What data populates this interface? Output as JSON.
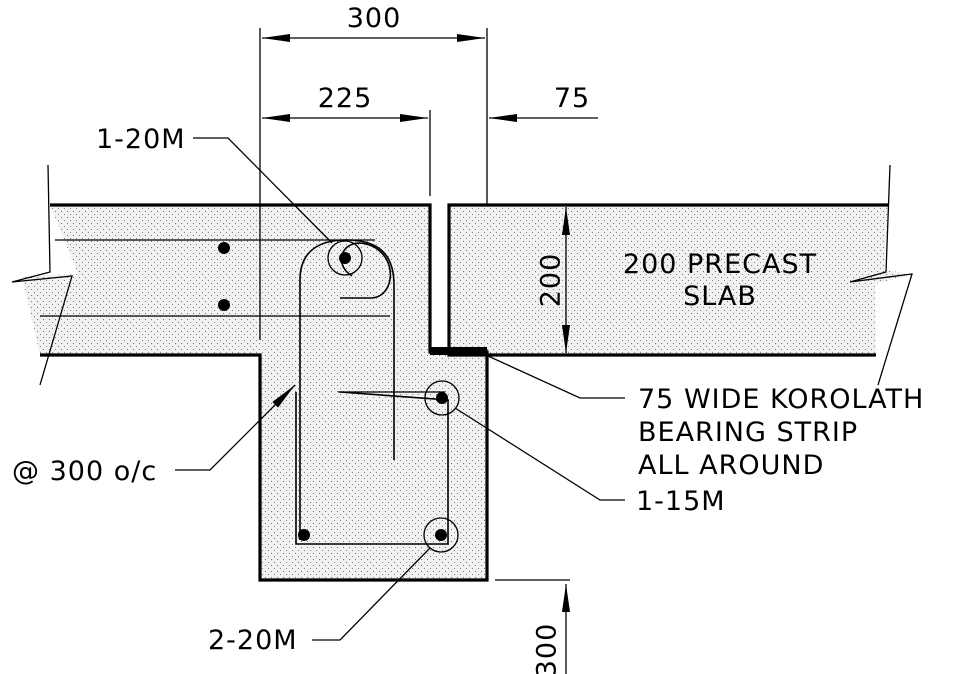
{
  "dimensions": {
    "beam_width": "300",
    "web_width": "225",
    "joint_width": "75",
    "slab_depth": "200",
    "beam_drop": "300"
  },
  "labels": {
    "top_bar": "1-20M",
    "stirrup_spacing": "@ 300 o/c",
    "bottom_bars": "2-20M",
    "side_bar": "1-15M",
    "slab_line1": "200 PRECAST",
    "slab_line2": "SLAB",
    "bearing_line1": "75 WIDE KOROLATH",
    "bearing_line2": "BEARING STRIP",
    "bearing_line3": "ALL AROUND"
  },
  "colors": {
    "line": "#000000",
    "concrete_fill": "#ececec",
    "background": "#ffffff"
  }
}
